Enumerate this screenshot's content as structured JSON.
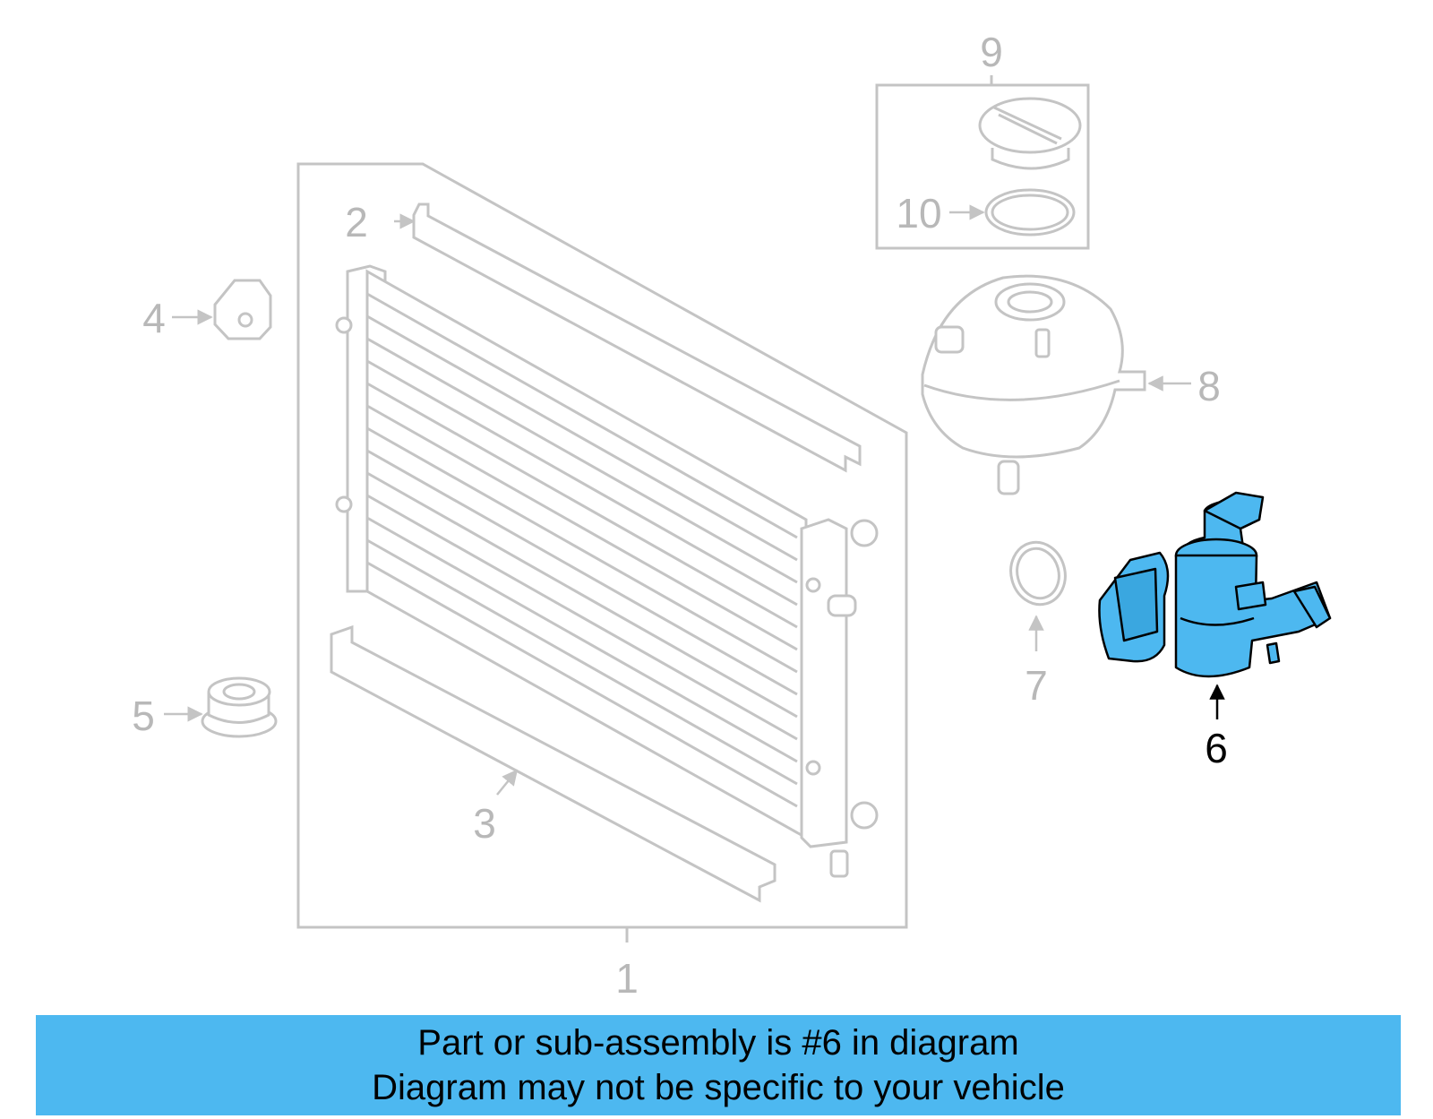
{
  "callouts": {
    "c1": "1",
    "c2": "2",
    "c3": "3",
    "c4": "4",
    "c5": "5",
    "c6": "6",
    "c7": "7",
    "c8": "8",
    "c9": "9",
    "c10": "10"
  },
  "banner": {
    "line1": "Part or sub-assembly is #6 in diagram",
    "line2": "Diagram may not be specific to your vehicle"
  },
  "colors": {
    "line_gray": "#c4c4c4",
    "label_gray": "#b8b8b8",
    "highlight_fill": "#4db8f0",
    "highlight_stroke": "#000000",
    "banner_bg": "#4db8f0"
  }
}
